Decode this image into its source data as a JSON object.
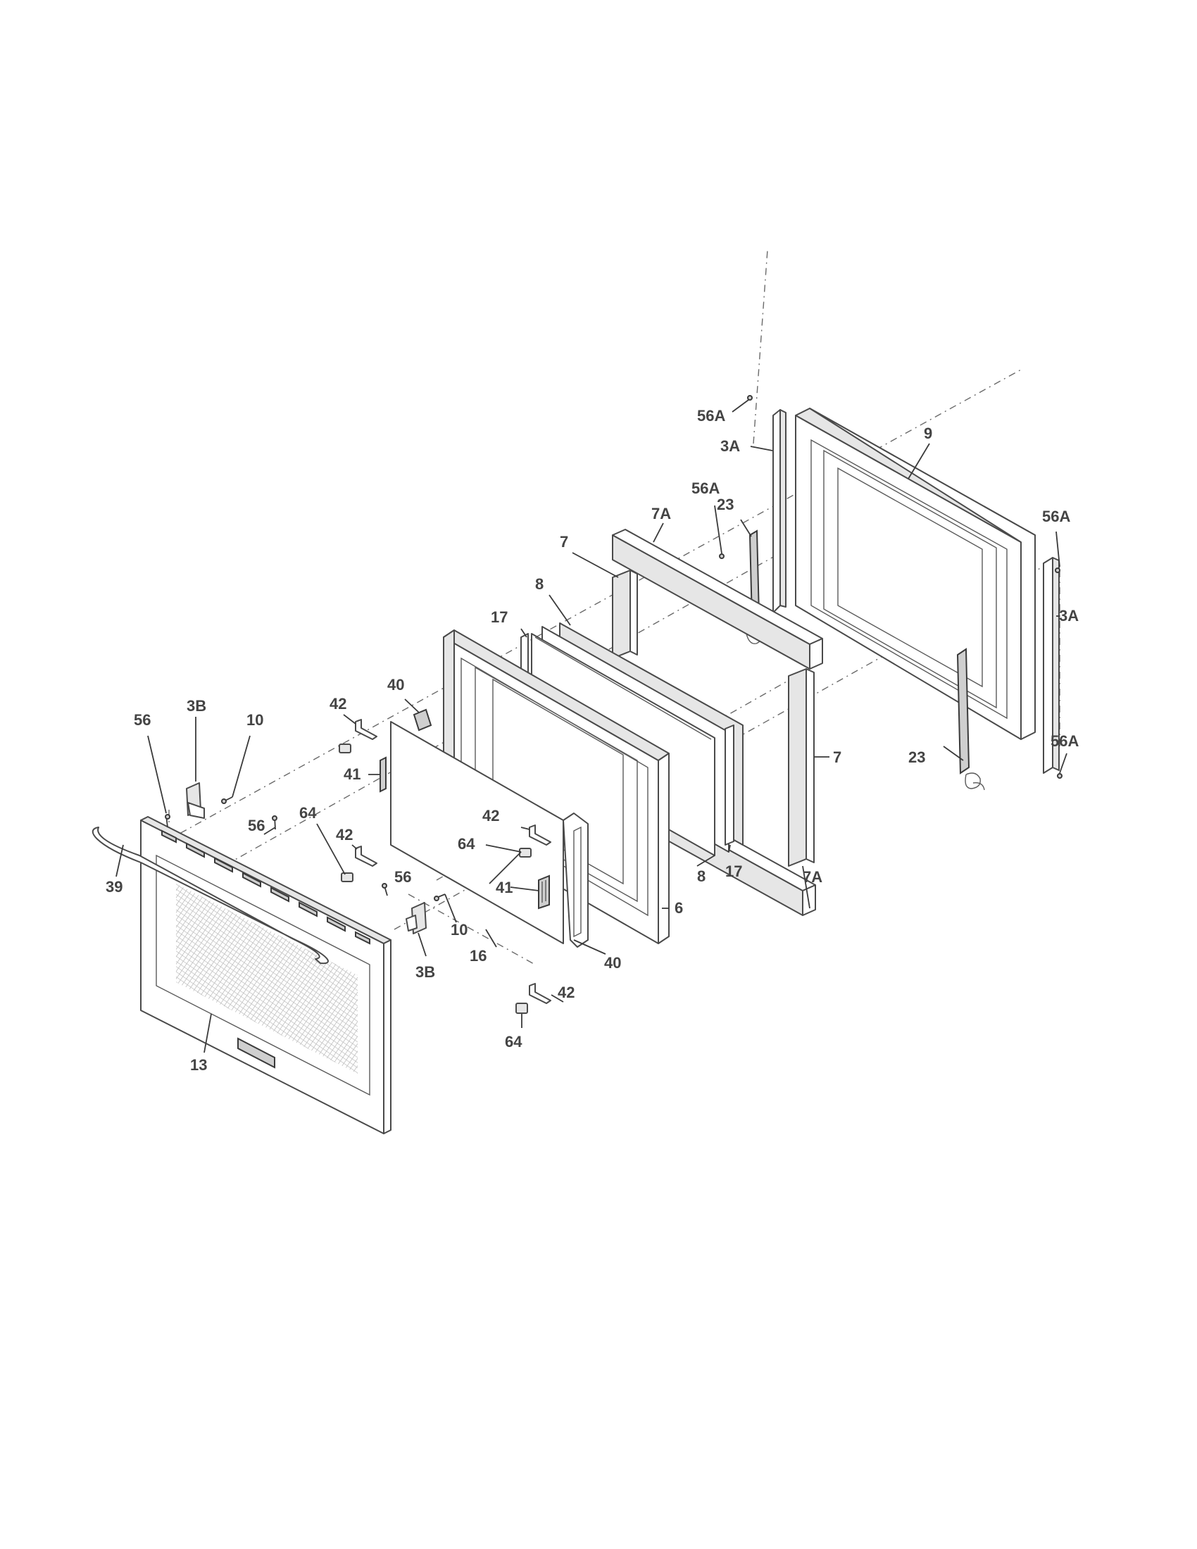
{
  "callouts": {
    "c56A_top": "56A",
    "c3A_left": "3A",
    "c9": "9",
    "c56A_mid": "56A",
    "c23_top": "23",
    "c7A_top": "7A",
    "c7_top": "7",
    "c56A_right": "56A",
    "c3A_right": "3A",
    "c8_top": "8",
    "c17_top": "17",
    "c40_top": "40",
    "c42_top": "42",
    "c3B_top": "3B",
    "c56_top": "56",
    "c10_top": "10",
    "c7_right": "7",
    "c23_bottom": "23",
    "c56A_bottom": "56A",
    "c56_mid": "56",
    "c64_left": "64",
    "c41_top": "41",
    "c42_mid": "42",
    "c64_mid": "64",
    "c39": "39",
    "c41_mid": "41",
    "c56_lower": "56",
    "c8_bottom": "8",
    "c17_bottom": "17",
    "c7A_bottom": "7A",
    "c6": "6",
    "c10_lower": "10",
    "c16": "16",
    "c40_bottom": "40",
    "c3B_bottom": "3B",
    "c42_bottom": "42",
    "c64_bottom": "64",
    "c13": "13"
  }
}
